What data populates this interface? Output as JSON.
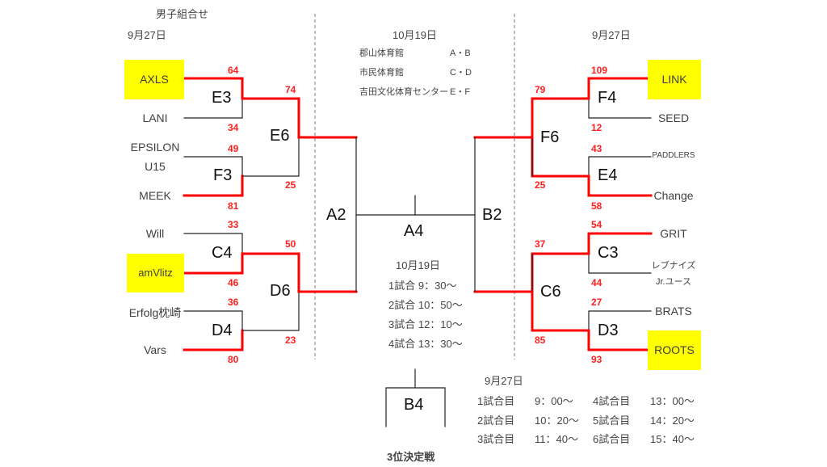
{
  "title": "男子組合せ",
  "left_date": "9月27日",
  "right_date": "9月27日",
  "center_date": "10月19日",
  "colors": {
    "winner_line": "#ff0000",
    "loser_line": "#222222",
    "highlight": "#ffff00",
    "score": "#ff2020"
  },
  "venues": [
    {
      "name": "郡山体育館",
      "courts": "A・B"
    },
    {
      "name": "市民体育館",
      "courts": "C・D"
    },
    {
      "name": "吉田文化体育センター",
      "courts": "E・F"
    }
  ],
  "left_teams": [
    {
      "name": "AXLS",
      "highlight": true
    },
    {
      "name": "LANI",
      "highlight": false
    },
    {
      "name": "EPSILON",
      "highlight": false
    },
    {
      "name": "U15",
      "highlight": false
    },
    {
      "name": "MEEK",
      "highlight": false
    },
    {
      "name": "Will",
      "highlight": false
    },
    {
      "name": "amVlitz",
      "highlight": true
    },
    {
      "name": "Erfolg枕崎",
      "highlight": false
    },
    {
      "name": "Vars",
      "highlight": false
    }
  ],
  "right_teams": [
    {
      "name": "LINK",
      "highlight": true
    },
    {
      "name": "SEED",
      "highlight": false
    },
    {
      "name": "PADDLERS",
      "highlight": false
    },
    {
      "name": "Change",
      "highlight": false
    },
    {
      "name": "GRIT",
      "highlight": false
    },
    {
      "name": "レブナイズ",
      "highlight": false
    },
    {
      "name": "Jr.ユース",
      "highlight": false
    },
    {
      "name": "BRATS",
      "highlight": false
    },
    {
      "name": "ROOTS",
      "highlight": true
    }
  ],
  "matches": {
    "E3": {
      "label": "E3",
      "scores": [
        "64",
        "34"
      ]
    },
    "F3": {
      "label": "F3",
      "scores": [
        "49",
        "81"
      ]
    },
    "C4": {
      "label": "C4",
      "scores": [
        "33",
        "46"
      ]
    },
    "D4": {
      "label": "D4",
      "scores": [
        "36",
        "80"
      ]
    },
    "E6": {
      "label": "E6",
      "scores": [
        "74",
        "25"
      ]
    },
    "D6": {
      "label": "D6",
      "scores": [
        "50",
        "23"
      ]
    },
    "F4": {
      "label": "F4",
      "scores": [
        "109",
        "12"
      ]
    },
    "E4": {
      "label": "E4",
      "scores": [
        "43",
        "58"
      ]
    },
    "C3": {
      "label": "C3",
      "scores": [
        "54",
        "44"
      ]
    },
    "D3": {
      "label": "D3",
      "scores": [
        "27",
        "93"
      ]
    },
    "F6": {
      "label": "F6",
      "scores": [
        "79",
        "25"
      ]
    },
    "C6": {
      "label": "C6",
      "scores": [
        "37",
        "85"
      ]
    },
    "A2": {
      "label": "A2"
    },
    "B2": {
      "label": "B2"
    },
    "A4": {
      "label": "A4"
    },
    "B4": {
      "label": "B4"
    }
  },
  "final_schedule": {
    "date": "10月19日",
    "games": [
      "1試合 9：30～",
      "2試合 10：50～",
      "3試合 12：10～",
      "4試合 13：30～"
    ]
  },
  "third_place_label": "3位決定戦",
  "sept_schedule": {
    "date": "9月27日",
    "rows": [
      [
        "1試合目",
        "9：00～",
        "4試合目",
        "13：00～"
      ],
      [
        "2試合目",
        "10：20～",
        "5試合目",
        "14：20～"
      ],
      [
        "3試合目",
        "11：40～",
        "6試合目",
        "15：40～"
      ]
    ]
  }
}
